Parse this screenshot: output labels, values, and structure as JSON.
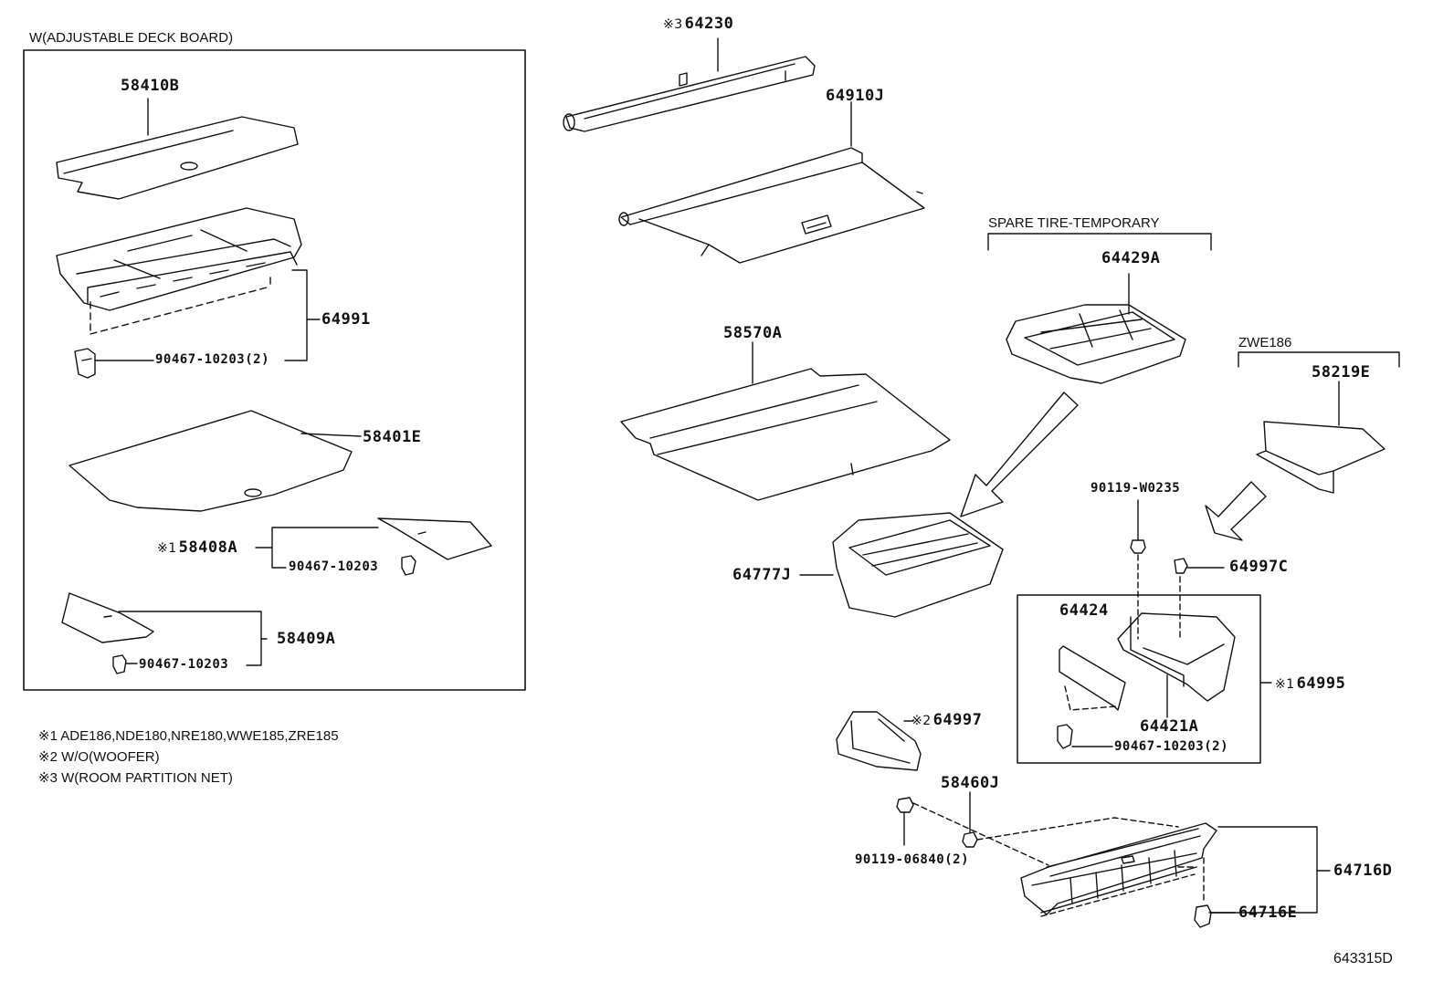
{
  "groups": {
    "adjustable_deck": "W(ADJUSTABLE DECK BOARD)",
    "spare_tire": "SPARE TIRE-TEMPORARY",
    "zwe186": "ZWE186"
  },
  "marks": {
    "m1": "※1",
    "m2": "※2",
    "m3": "※3"
  },
  "parts": {
    "p58410B": "58410B",
    "p64991": "64991",
    "p90467_left_2": "90467-10203(2)",
    "p58401E": "58401E",
    "p58408A": "58408A",
    "p90467_a": "90467-10203",
    "p58409A": "58409A",
    "p90467_b": "90467-10203",
    "p64230": "64230",
    "p64910J": "64910J",
    "p58570A": "58570A",
    "p64777J": "64777J",
    "p64429A": "64429A",
    "p58219E": "58219E",
    "p90119_W0235": "90119-W0235",
    "p64997C": "64997C",
    "p64424": "64424",
    "p64421A": "64421A",
    "p64995": "64995",
    "p90467_right_2": "90467-10203(2)",
    "p64997": "64997",
    "p58460J": "58460J",
    "p90119_06840": "90119-06840(2)",
    "p64716D": "64716D",
    "p64716E": "64716E"
  },
  "notes": {
    "n1": "ADE186,NDE180,NRE180,WWE185,ZRE185",
    "n2": "W/O(WOOFER)",
    "n3": "W(ROOM PARTITION NET)"
  },
  "diagram_id": "643315D"
}
